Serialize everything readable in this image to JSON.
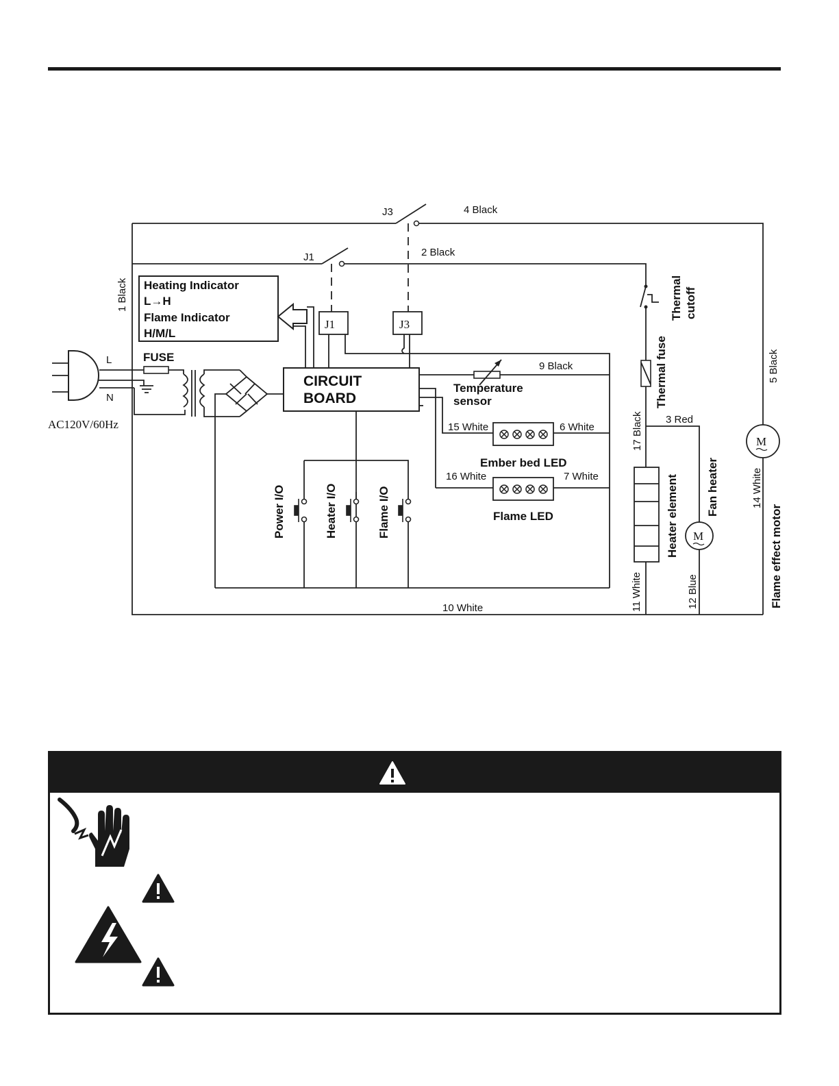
{
  "labels": {
    "j3_top": "J3",
    "j1_top": "J1",
    "wire4": "4 Black",
    "wire2": "2 Black",
    "wire1": "1 Black",
    "wire9": "9 Black",
    "wire5": "5 Black",
    "wire3": "3 Red",
    "wire17": "17 Black",
    "wire15": "15 White",
    "wire6": "6 White",
    "wire16": "16 White",
    "wire7": "7 White",
    "wire14": "14 White",
    "wire10": "10 White",
    "wire11": "11 White",
    "wire12": "12 Blue",
    "indicator_line1": "Heating Indicator",
    "indicator_line2": "L→H",
    "indicator_line3": "Flame Indicator",
    "indicator_line4": "H/M/L",
    "j1_box": "J1",
    "j3_box": "J3",
    "fuse": "FUSE",
    "plug_l": "L",
    "plug_n": "N",
    "supply": "AC120V/60Hz",
    "board_line1": "CIRCUIT",
    "board_line2": "BOARD",
    "temp_line1": "Temperature",
    "temp_line2": "sensor",
    "ember_led": "Ember bed LED",
    "flame_led": "Flame LED",
    "power_io": "Power I/O",
    "heater_io": "Heater I/O",
    "flame_io": "Flame I/O",
    "thermal_cutoff_1": "Thermal",
    "thermal_cutoff_2": "cutoff",
    "thermal_fuse": "Thermal fuse",
    "heater_element": "Heater element",
    "fan_heater": "Fan heater",
    "flame_motor": "Flame effect motor",
    "motor_m": "M"
  },
  "icons": [
    "warning-triangle-icon",
    "electric-shock-hand-icon",
    "high-voltage-icon"
  ]
}
